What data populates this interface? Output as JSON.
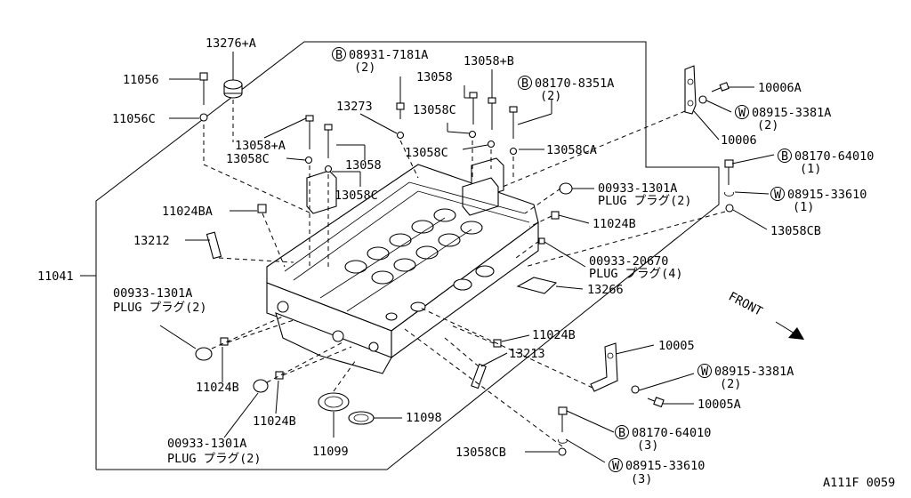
{
  "diagram_code": "A111F 0059",
  "front_label": "FRONT",
  "labels": {
    "p11056": "11056",
    "p11056c": "11056C",
    "p13276a": "13276+A",
    "p08931": "08931-7181A",
    "p08931q": "(2)",
    "p13058": "13058",
    "p13058b": "13058+B",
    "p08170_8351": "08170-8351A",
    "p08170_8351q": "(2)",
    "p13273": "13273",
    "p13058c_top": "13058C",
    "p13058a": "13058+A",
    "p13058c_left": "13058C",
    "p13058_mid": "13058",
    "p13058c_low": "13058C",
    "p13058c_mid": "13058C",
    "p13058ca": "13058CA",
    "p10006a": "10006A",
    "p08915_3381_top": "08915-3381A",
    "p08915_3381_topq": "(2)",
    "p10006": "10006",
    "p08170_64010_r": "08170-64010",
    "p08170_64010_rq": "(1)",
    "p08915_33610_r": "08915-33610",
    "p08915_33610_rq": "(1)",
    "p13058cb_r": "13058CB",
    "p00933_1301_tr": "00933-1301A",
    "plug_tr": "PLUG プラグ(2)",
    "p11024b_tr": "11024B",
    "p11024ba": "11024BA",
    "p13212": "13212",
    "p11041": "11041",
    "p00933_20670": "00933-20670",
    "plug_20670": "PLUG プラグ(4)",
    "p13266": "13266",
    "p00933_1301_l": "00933-1301A",
    "plug_l": "PLUG プラグ(2)",
    "p11024b_mid": "11024B",
    "p13213": "13213",
    "p10005": "10005",
    "p08915_3381_low": "08915-3381A",
    "p08915_3381_lowq": "(2)",
    "p10005a": "10005A",
    "p11024b_l": "11024B",
    "p11024b_l2": "11024B",
    "p11098": "11098",
    "p11099": "11099",
    "p00933_1301_b": "00933-1301A",
    "plug_b": "PLUG プラグ(2)",
    "p08170_64010_b": "08170-64010",
    "p08170_64010_bq": "(3)",
    "p13058cb_b": "13058CB",
    "p08915_33610_b": "08915-33610",
    "p08915_33610_bq": "(3)"
  },
  "circle_marks": {
    "bolt": "B",
    "washer": "W"
  },
  "icons": [
    "circle-b-mark",
    "circle-w-mark",
    "front-arrow-icon"
  ]
}
